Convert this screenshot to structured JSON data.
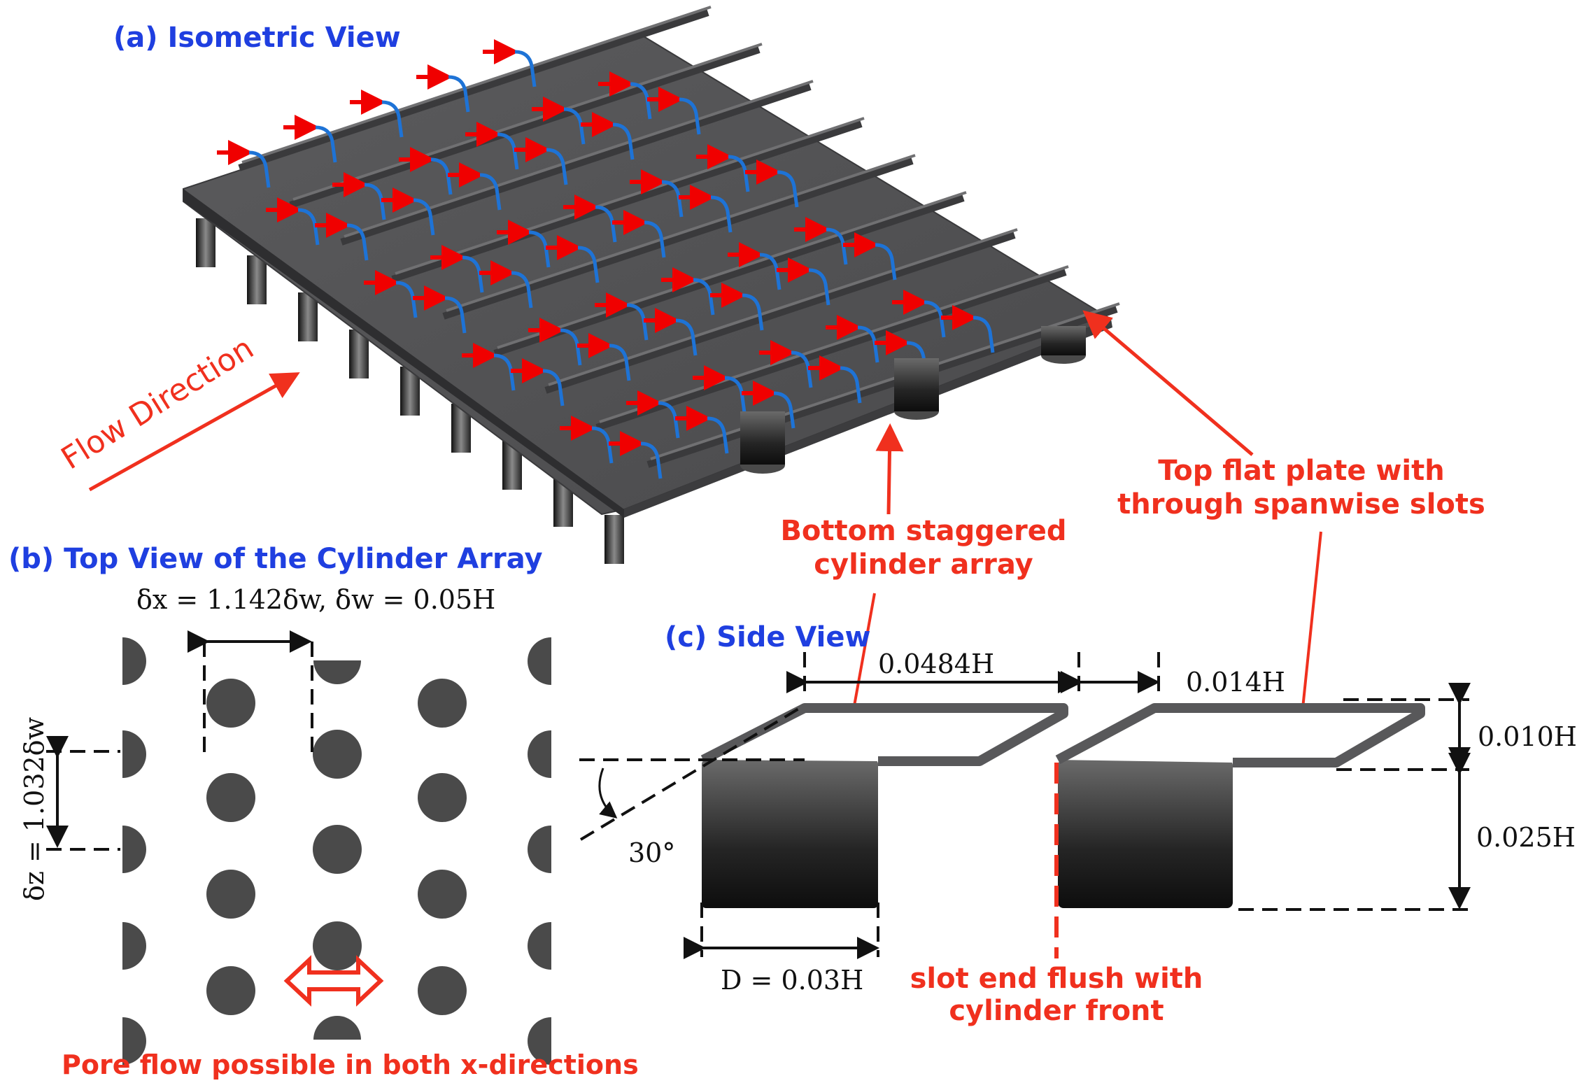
{
  "panels": {
    "a": {
      "title": "(a) Isometric View"
    },
    "b": {
      "title": "(b) Top View of the Cylinder Array"
    },
    "c": {
      "title": "(c) Side View"
    }
  },
  "labels": {
    "flow_direction": "Flow Direction",
    "bottom_cylinders": [
      "Bottom staggered",
      "cylinder array"
    ],
    "top_plate": [
      "Top flat plate with",
      "through spanwise slots"
    ],
    "pore_flow": "Pore flow possible in both x-directions",
    "slot_end": [
      "slot end flush with",
      "cylinder front"
    ]
  },
  "dimensions": {
    "delta_x": "δx = 1.142δw, δw = 0.05H",
    "delta_z": "δz = 1.032δw",
    "pitch": "0.0484H",
    "gap": "0.014H",
    "plate_thickness": "0.010H",
    "cylinder_height": "0.025H",
    "diameter": "D = 0.03H",
    "angle": "30°"
  },
  "colors": {
    "section_title": "#1f3fe0",
    "annotation": "#f0301e",
    "plate": "#58585a",
    "streamline": "#1e73d6",
    "arrow": "#f00000"
  }
}
